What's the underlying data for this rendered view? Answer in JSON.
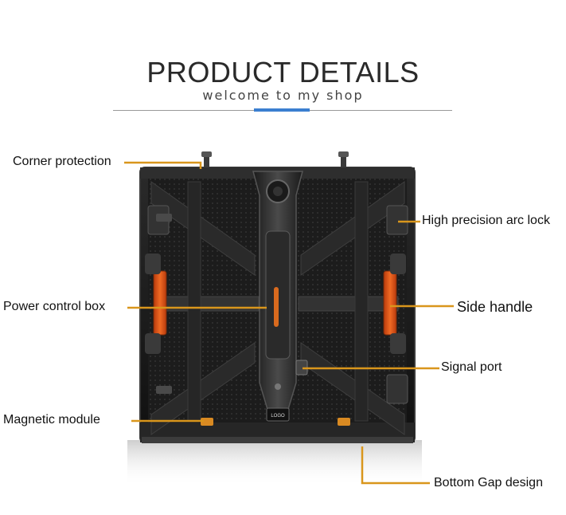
{
  "header": {
    "title": "PRODUCT DETAILS",
    "subtitle": "welcome to my shop",
    "accent_color": "#3b7fd0"
  },
  "callouts": {
    "corner_protection": "Corner protection",
    "arc_lock": "High precision arc lock",
    "power_box": "Power control box",
    "side_handle": "Side handle",
    "signal_port": "Signal port",
    "magnetic_module": "Magnetic module",
    "bottom_gap": "Bottom Gap design",
    "leader_color": "#d9961c"
  },
  "product": {
    "name": "LED cabinet rear view",
    "logo_text": "LOGO",
    "handle_color": "#e2561a"
  }
}
